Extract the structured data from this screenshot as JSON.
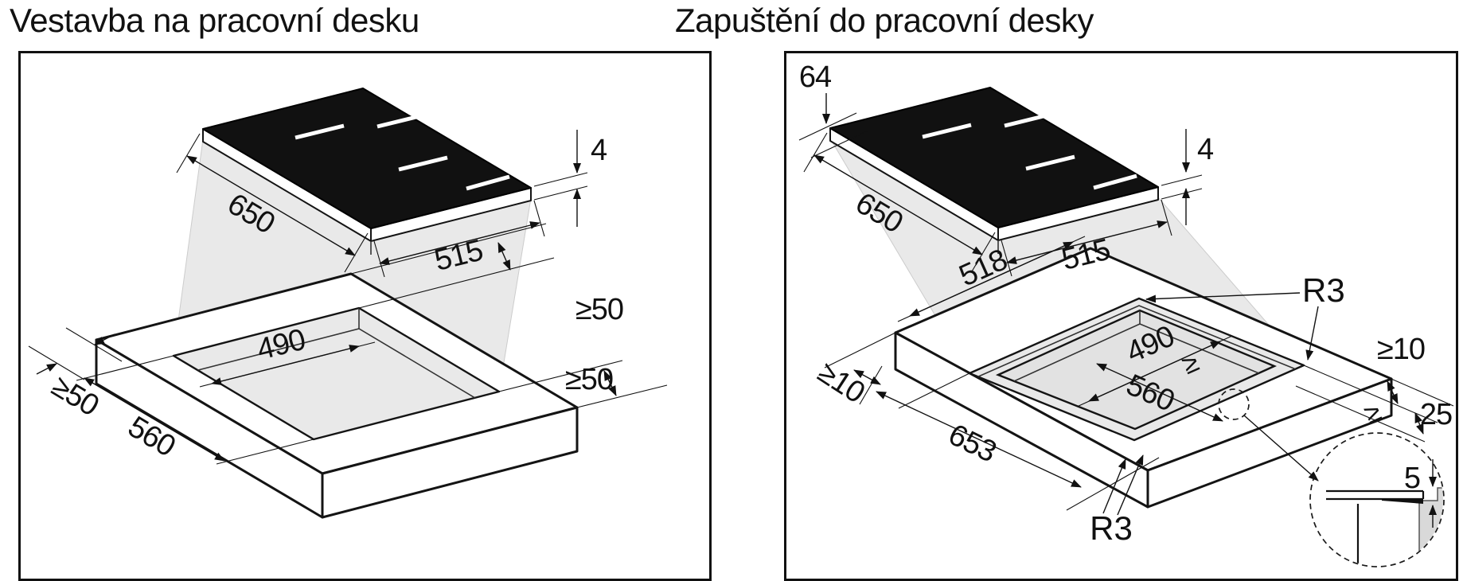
{
  "titles": {
    "left": "Vestavba na pracovní desku",
    "right": "Zapuštění do pracovní desky"
  },
  "left_diagram": {
    "hob_width": "650",
    "hob_depth": "515",
    "glass_thickness": "4",
    "cutout_depth": "490",
    "cutout_width": "560",
    "clearance_left": "≥50",
    "clearance_back": "≥50",
    "clearance_right": "≥50"
  },
  "right_diagram": {
    "edge_distance": "64",
    "hob_width": "650",
    "hob_depth": "515",
    "glass_thickness": "4",
    "recess_depth": "518",
    "recess_width": "653",
    "cutout_depth": "490",
    "cutout_depth_geq": "≥",
    "cutout_width": "560",
    "corner_radius_top": "R3",
    "corner_radius_bottom": "R3",
    "clearance_left": "≥10",
    "clearance_right": "≥10",
    "edge_min_geq": "≥",
    "edge_min": "25",
    "step_depth": "5"
  },
  "colors": {
    "line": "#111111",
    "glass": "#111111",
    "projection_gray": "#e9e9e9",
    "background": "#ffffff"
  }
}
